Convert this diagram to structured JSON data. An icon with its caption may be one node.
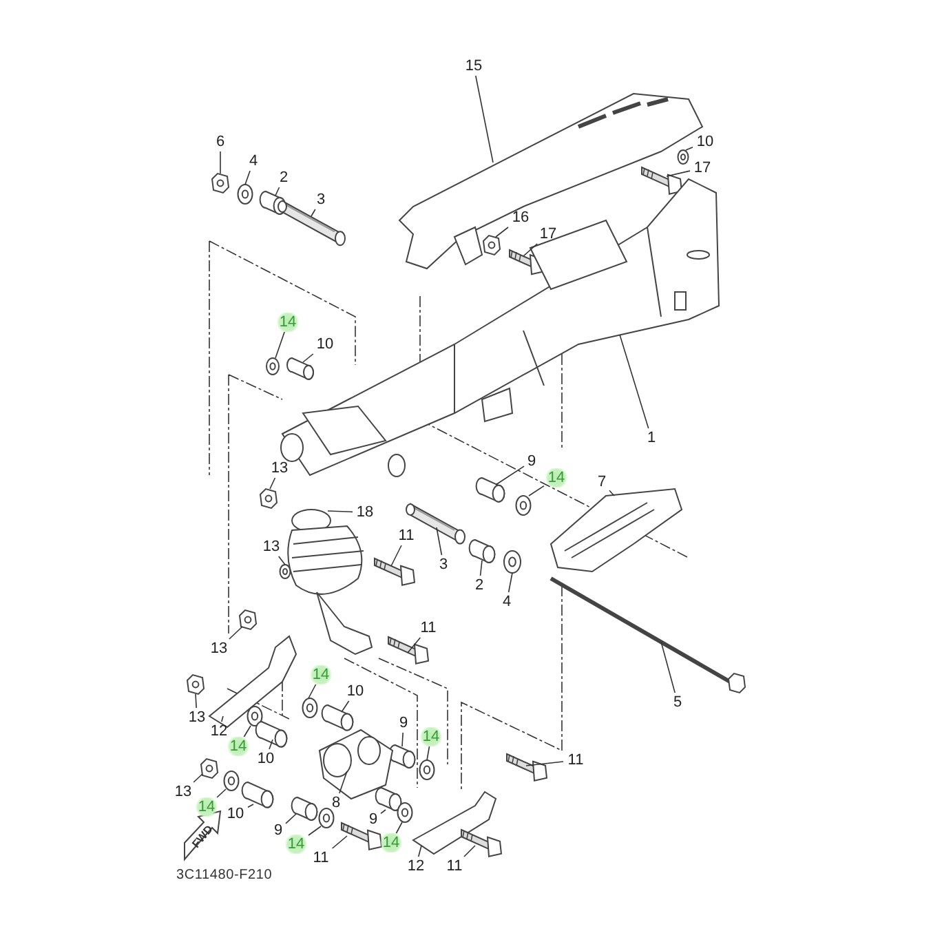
{
  "diagram": {
    "nodes": [
      {
        "text": [
          "15"
        ]
      },
      {
        "text": [
          "6"
        ]
      },
      {
        "text": [
          "4"
        ]
      },
      {
        "text": [
          "10"
        ]
      },
      {
        "text": [
          "2"
        ]
      },
      {
        "text": [
          "17"
        ]
      },
      {
        "text": [
          "3"
        ]
      },
      {
        "text": [
          "16"
        ]
      },
      {
        "text": [
          "17"
        ]
      },
      {
        "text": [
          "14"
        ]
      },
      {
        "text": [
          "10"
        ]
      },
      {
        "text": [
          "1"
        ]
      },
      {
        "text": [
          "13"
        ]
      },
      {
        "text": [
          "9"
        ]
      },
      {
        "text": [
          "14"
        ]
      },
      {
        "text": [
          "7"
        ]
      },
      {
        "text": [
          "18"
        ]
      },
      {
        "text": [
          "11"
        ]
      },
      {
        "text": [
          "13"
        ]
      },
      {
        "text": [
          "3"
        ]
      },
      {
        "text": [
          "2"
        ]
      },
      {
        "text": [
          "4"
        ]
      },
      {
        "text": [
          "11"
        ]
      },
      {
        "text": [
          "13"
        ]
      },
      {
        "text": [
          "14"
        ]
      },
      {
        "text": [
          "10"
        ]
      },
      {
        "text": [
          "5"
        ]
      },
      {
        "text": [
          "13"
        ]
      },
      {
        "text": [
          "12"
        ]
      },
      {
        "text": [
          "14"
        ]
      },
      {
        "text": [
          "9"
        ]
      },
      {
        "text": [
          "14"
        ]
      },
      {
        "text": [
          "10"
        ]
      },
      {
        "text": [
          "11"
        ]
      },
      {
        "text": [
          "13"
        ]
      },
      {
        "text": [
          "14"
        ]
      },
      {
        "text": [
          "10"
        ]
      },
      {
        "text": [
          "8"
        ]
      },
      {
        "text": [
          "9"
        ]
      },
      {
        "text": [
          "9"
        ]
      },
      {
        "text": [
          "14"
        ]
      },
      {
        "text": [
          "14"
        ]
      },
      {
        "text": [
          "12"
        ]
      },
      {
        "text": [
          "11"
        ]
      },
      {
        "text": [
          "11"
        ]
      },
      {
        "text": [],
        "shape": "picture"
      },
      {
        "text": [],
        "shape": "picture"
      },
      {
        "text": [],
        "shape": "picture"
      },
      {
        "text": [],
        "shape": "picture"
      },
      {
        "text": [],
        "shape": "picture"
      },
      {
        "text": [],
        "shape": "picture"
      },
      {
        "text": [],
        "shape": "picture"
      },
      {
        "text": [],
        "shape": "picture"
      },
      {
        "text": [],
        "shape": "picture"
      },
      {
        "text": [],
        "shape": "picture"
      },
      {
        "text": [],
        "shape": "picture"
      },
      {
        "text": [],
        "shape": "picture"
      },
      {
        "text": [],
        "shape": "picture"
      },
      {
        "text": [],
        "shape": "picture"
      },
      {
        "text": [],
        "shape": "picture"
      },
      {
        "text": [],
        "shape": "picture"
      },
      {
        "text": [],
        "shape": "picture"
      },
      {
        "text": [],
        "shape": "picture"
      },
      {
        "text": [],
        "shape": "picture"
      },
      {
        "text": [],
        "shape": "picture"
      },
      {
        "text": [],
        "shape": "picture"
      },
      {
        "text": [],
        "shape": "picture"
      },
      {
        "text": [],
        "shape": "picture"
      },
      {
        "text": [],
        "shape": "picture"
      },
      {
        "text": [],
        "shape": "picture"
      },
      {
        "text": [],
        "shape": "picture"
      },
      {
        "text": [],
        "shape": "picture"
      },
      {
        "text": [],
        "shape": "picture"
      },
      {
        "text": [],
        "shape": "picture"
      },
      {
        "text": [],
        "shape": "picture"
      },
      {
        "text": [],
        "shape": "picture"
      },
      {
        "text": [],
        "shape": "picture"
      },
      {
        "text": [],
        "shape": "picture"
      },
      {
        "text": [],
        "shape": "picture"
      },
      {
        "text": [],
        "shape": "picture"
      },
      {
        "text": [],
        "shape": "picture"
      },
      {
        "text": [],
        "shape": "picture"
      },
      {
        "text": [],
        "shape": "picture"
      },
      {
        "text": [],
        "shape": "picture"
      },
      {
        "text": [],
        "shape": "picture"
      },
      {
        "text": [],
        "shape": "picture"
      },
      {
        "text": [],
        "shape": "picture"
      },
      {
        "text": [],
        "shape": "picture"
      },
      {
        "text": [],
        "shape": "picture"
      },
      {
        "text": [],
        "shape": "picture"
      }
    ],
    "edges": [
      {
        "from": 0,
        "to": 45,
        "arrow": "none"
      },
      {
        "from": 1,
        "to": 46,
        "arrow": "none"
      },
      {
        "from": 2,
        "to": 47,
        "arrow": "none"
      },
      {
        "from": 3,
        "to": 48,
        "arrow": "none"
      },
      {
        "from": 4,
        "to": 49,
        "arrow": "none"
      },
      {
        "from": 5,
        "to": 50,
        "arrow": "none"
      },
      {
        "from": 6,
        "to": 51,
        "arrow": "none"
      },
      {
        "from": 7,
        "to": 52,
        "arrow": "none"
      },
      {
        "from": 8,
        "to": 53,
        "arrow": "none"
      },
      {
        "from": 9,
        "to": 54,
        "arrow": "none"
      },
      {
        "from": 10,
        "to": 55,
        "arrow": "none"
      },
      {
        "from": 11,
        "to": 56,
        "arrow": "none"
      },
      {
        "from": 12,
        "to": 57,
        "arrow": "none"
      },
      {
        "from": 13,
        "to": 58,
        "arrow": "none"
      },
      {
        "from": 14,
        "to": 59,
        "arrow": "none"
      },
      {
        "from": 15,
        "to": 60,
        "arrow": "none"
      },
      {
        "from": 16,
        "to": 61,
        "arrow": "none"
      },
      {
        "from": 17,
        "to": 62,
        "arrow": "none"
      },
      {
        "from": 18,
        "to": 63,
        "arrow": "none"
      },
      {
        "from": 19,
        "to": 64,
        "arrow": "none"
      },
      {
        "from": 20,
        "to": 65,
        "arrow": "none"
      },
      {
        "from": 21,
        "to": 66,
        "arrow": "none"
      },
      {
        "from": 22,
        "to": 67,
        "arrow": "none"
      },
      {
        "from": 23,
        "to": 68,
        "arrow": "none"
      },
      {
        "from": 24,
        "to": 69,
        "arrow": "none"
      },
      {
        "from": 25,
        "to": 70,
        "arrow": "none"
      },
      {
        "from": 26,
        "to": 71,
        "arrow": "none"
      },
      {
        "from": 27,
        "to": 72,
        "arrow": "none"
      },
      {
        "from": 28,
        "to": 73,
        "arrow": "none"
      },
      {
        "from": 29,
        "to": 74,
        "arrow": "none"
      },
      {
        "from": 30,
        "to": 75,
        "arrow": "none"
      },
      {
        "from": 31,
        "to": 76,
        "arrow": "none"
      },
      {
        "from": 32,
        "to": 77,
        "arrow": "none"
      },
      {
        "from": 33,
        "to": 78,
        "arrow": "none"
      },
      {
        "from": 34,
        "to": 79,
        "arrow": "none"
      },
      {
        "from": 35,
        "to": 80,
        "arrow": "none"
      },
      {
        "from": 36,
        "to": 81,
        "arrow": "none"
      },
      {
        "from": 37,
        "to": 82,
        "arrow": "none"
      },
      {
        "from": 38,
        "to": 83,
        "arrow": "none"
      },
      {
        "from": 39,
        "to": 84,
        "arrow": "none"
      },
      {
        "from": 40,
        "to": 85,
        "arrow": "none"
      },
      {
        "from": 41,
        "to": 86,
        "arrow": "none"
      },
      {
        "from": 42,
        "to": 87,
        "arrow": "none"
      },
      {
        "from": 43,
        "to": 88,
        "arrow": "none"
      },
      {
        "from": 44,
        "to": 89,
        "arrow": "none"
      }
    ],
    "labels": [
      "FWD",
      "3C11480-F210"
    ]
  }
}
